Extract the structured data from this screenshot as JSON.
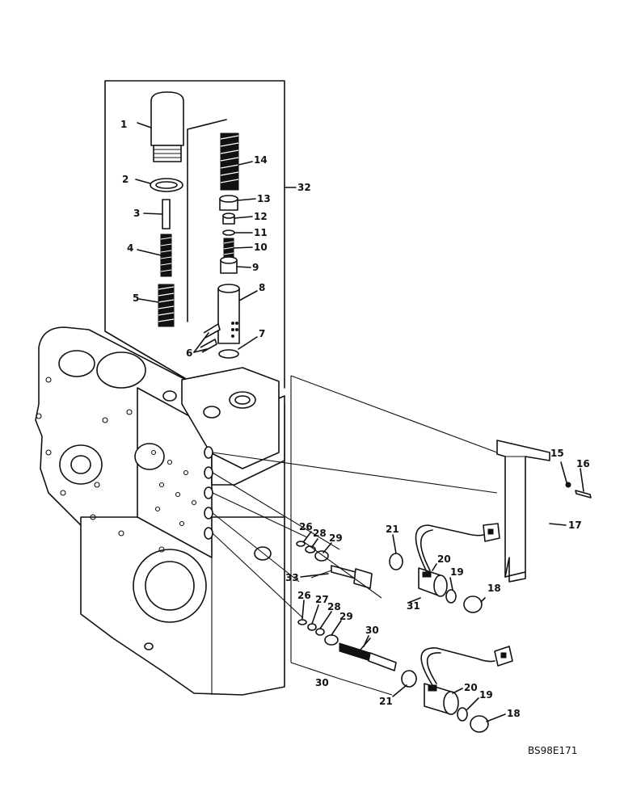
{
  "callouts": [
    "1",
    "2",
    "3",
    "4",
    "5",
    "6",
    "7",
    "8",
    "9",
    "10",
    "11",
    "12",
    "13",
    "14",
    "32",
    "15",
    "16",
    "17",
    "21",
    "20",
    "19",
    "18",
    "26",
    "28",
    "29",
    "33",
    "31",
    "26",
    "27",
    "28",
    "29",
    "30",
    "30",
    "21",
    "20",
    "19",
    "18"
  ],
  "reference": "BS98E171"
}
